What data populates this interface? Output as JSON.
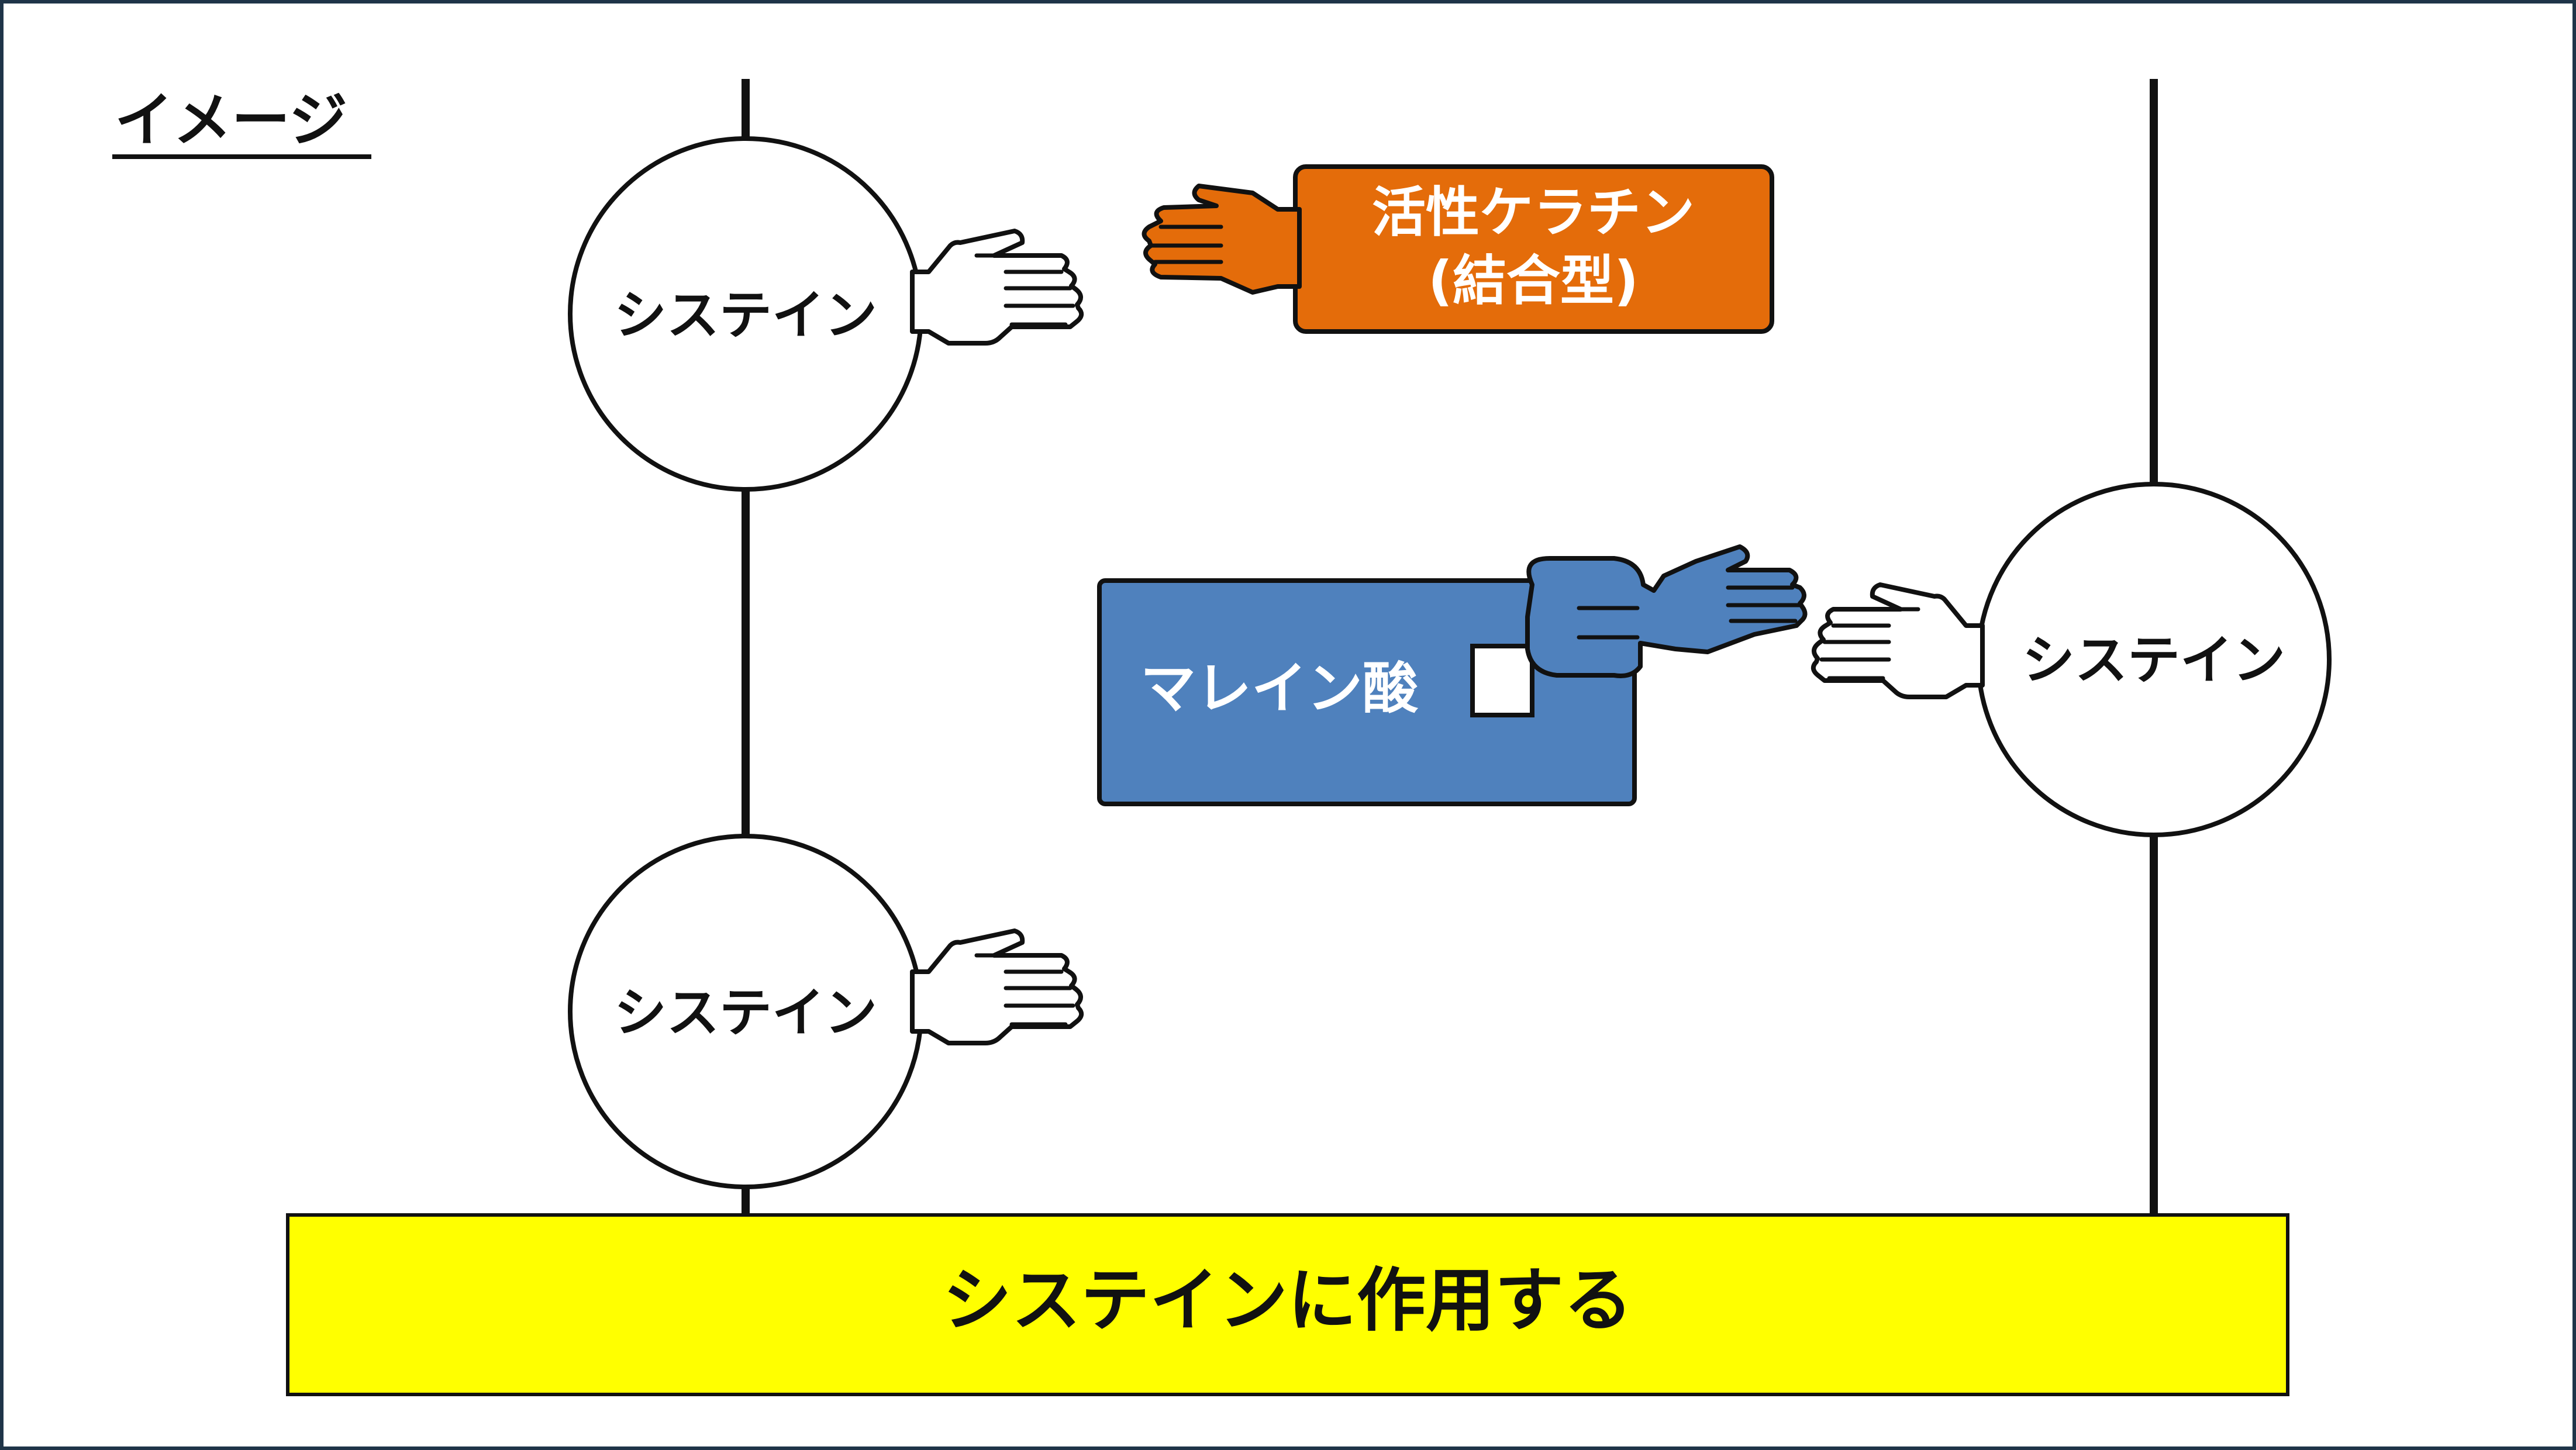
{
  "heading": "イメージ",
  "cysteines": {
    "top_left": "システイン",
    "bottom_left": "システイン",
    "right": "システイン"
  },
  "keratin": {
    "line1": "活性ケラチン",
    "line2": "(結合型)"
  },
  "maleic_acid": "マレイン酸",
  "action_bar": "システインに作用する",
  "colors": {
    "frame_border": "#1F3448",
    "keratin_fill": "#E46C0A",
    "maleic_fill": "#4F81BD",
    "action_fill": "#FFFF00",
    "outline": "#111111",
    "text_white": "#FFFFFF"
  }
}
